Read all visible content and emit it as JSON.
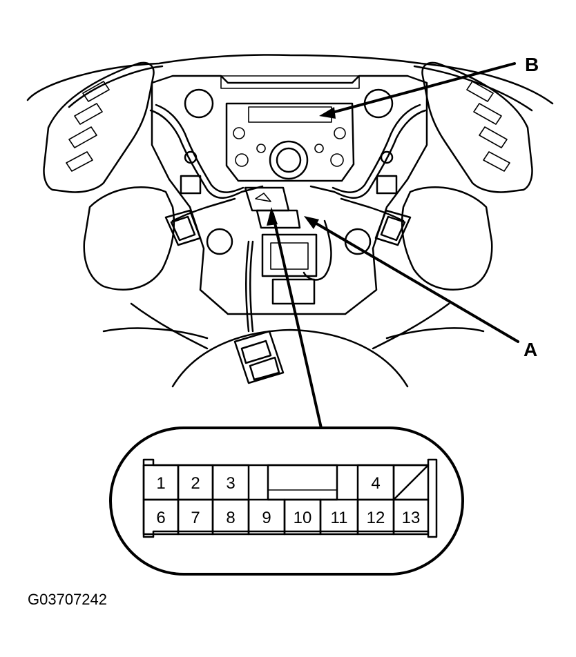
{
  "callouts": {
    "a": "A",
    "b": "B"
  },
  "connector": {
    "top_row": [
      "1",
      "2",
      "3",
      "4"
    ],
    "bottom_row": [
      "6",
      "7",
      "8",
      "9",
      "10",
      "11",
      "12",
      "13"
    ]
  },
  "figure_id": "G03707242"
}
